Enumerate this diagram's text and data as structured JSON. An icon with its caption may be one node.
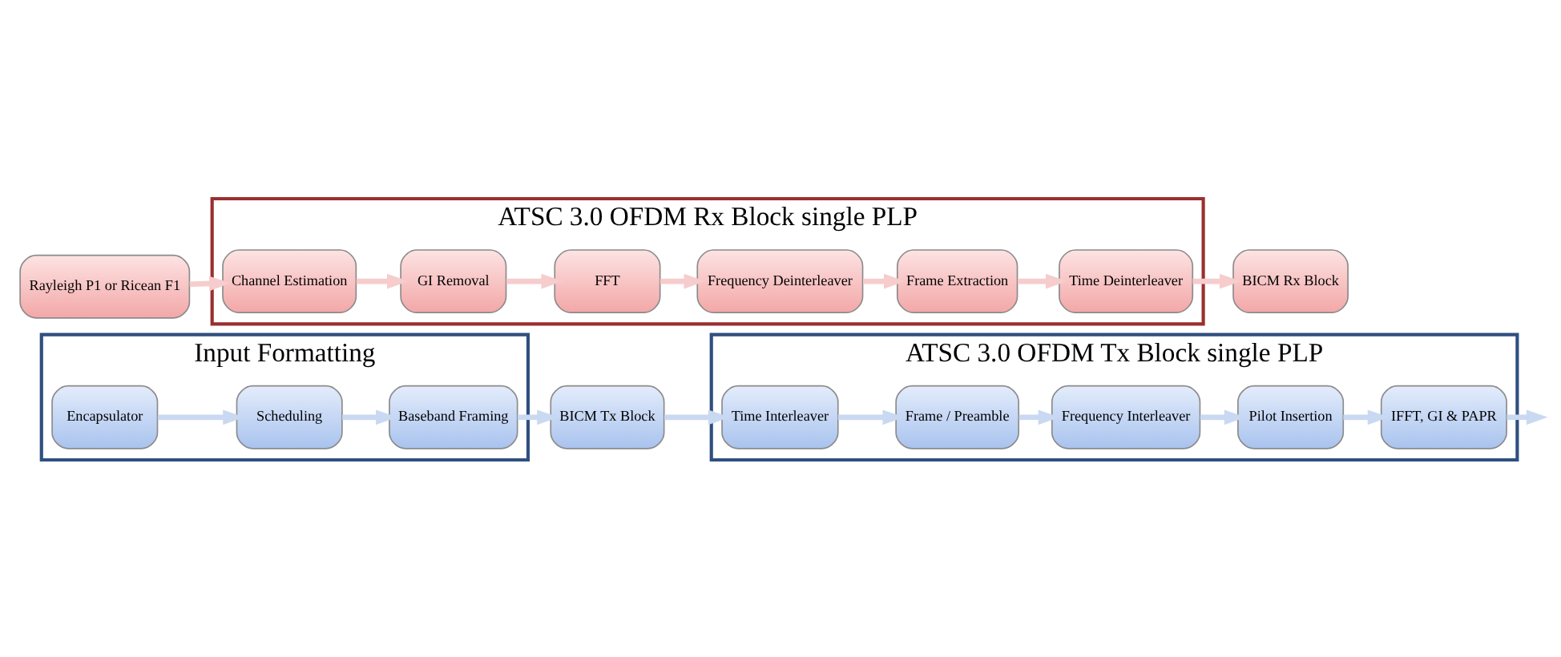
{
  "diagram": {
    "nodes": [
      {
        "text": [
          "Input Formatting"
        ]
      },
      {
        "text": [
          "Encapsulator"
        ],
        "in": 0
      },
      {
        "text": [
          "Scheduling"
        ],
        "in": 0
      },
      {
        "text": [
          "Baseband Framing"
        ],
        "in": 0
      },
      {
        "text": [
          "BICM Tx Block"
        ]
      },
      {
        "text": [
          "ATSC 3.0 OFDM Tx Block single PLP"
        ]
      },
      {
        "text": [
          "Time Interleaver"
        ],
        "in": 5
      },
      {
        "text": [
          "Frame / Preamble"
        ],
        "in": 5
      },
      {
        "text": [
          "Frequency Interleaver"
        ],
        "in": 5
      },
      {
        "text": [
          "Pilot Insertion"
        ],
        "in": 5
      },
      {
        "text": [
          "IFFT, GI & PAPR"
        ],
        "in": 5
      },
      {
        "text": [
          "ATSC 3.0 OFDM Rx Block single PLP"
        ]
      },
      {
        "text": [
          "Rayleigh P1 or Ricean F1"
        ]
      },
      {
        "text": [
          "Channel Estimation"
        ],
        "in": 11
      },
      {
        "text": [
          "GI Removal"
        ],
        "in": 11
      },
      {
        "text": [
          "FFT"
        ],
        "in": 11
      },
      {
        "text": [
          "Frequency Deinterleaver"
        ],
        "in": 11
      },
      {
        "text": [
          "Frame Extraction"
        ],
        "in": 11
      },
      {
        "text": [
          "Time Deinterleaver"
        ],
        "in": 11
      },
      {
        "text": [
          "BICM Rx Block"
        ]
      }
    ],
    "edges": [
      {
        "from": 1,
        "to": 2,
        "arrow": "to",
        "color": "#c9d9f2"
      },
      {
        "from": 2,
        "to": 3,
        "arrow": "to",
        "color": "#c9d9f2"
      },
      {
        "from": 3,
        "to": 4,
        "arrow": "to",
        "color": "#c9d9f2"
      },
      {
        "from": 4,
        "to": 6,
        "arrow": "to",
        "color": "#c9d9f2"
      },
      {
        "from": 6,
        "to": 7,
        "arrow": "to",
        "color": "#c9d9f2"
      },
      {
        "from": 7,
        "to": 8,
        "arrow": "to",
        "color": "#c9d9f2"
      },
      {
        "from": 8,
        "to": 9,
        "arrow": "to",
        "color": "#c9d9f2"
      },
      {
        "from": 9,
        "to": 10,
        "arrow": "to",
        "color": "#c9d9f2"
      },
      {
        "from": 10,
        "to": null,
        "arrow": "to",
        "color": "#c9d9f2"
      },
      {
        "from": 12,
        "to": 13,
        "arrow": "to",
        "color": "#f6cccc"
      },
      {
        "from": 13,
        "to": 14,
        "arrow": "to",
        "color": "#f6cccc"
      },
      {
        "from": 14,
        "to": 15,
        "arrow": "to",
        "color": "#f6cccc"
      },
      {
        "from": 15,
        "to": 16,
        "arrow": "to",
        "color": "#f6cccc"
      },
      {
        "from": 16,
        "to": 17,
        "arrow": "to",
        "color": "#f6cccc"
      },
      {
        "from": 17,
        "to": 18,
        "arrow": "to",
        "color": "#f6cccc"
      },
      {
        "from": 18,
        "to": 19,
        "arrow": "to",
        "color": "#f6cccc"
      }
    ]
  }
}
